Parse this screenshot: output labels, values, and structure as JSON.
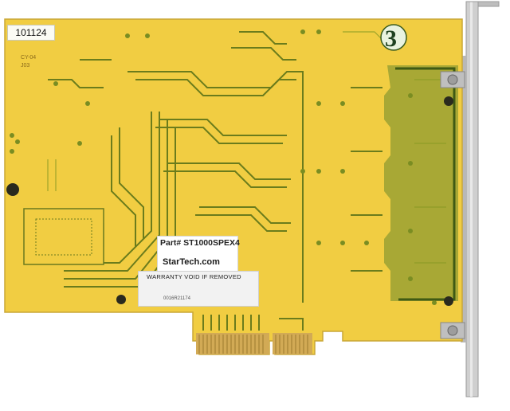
{
  "image": {
    "board_id_label": "101124",
    "port_marker": "3",
    "silkscreen_line1": "CY-04",
    "silkscreen_line2": "J03",
    "sticker": {
      "part_number": "Part# ST1000SPEX4",
      "brand": "StarTech.com"
    },
    "warranty_label": {
      "text": "WARRANTY VOID IF REMOVED",
      "serial": "0016R21174"
    }
  },
  "colors": {
    "pcb": "#f0cc3e",
    "trace": "#4d6b14",
    "trace_light": "#7f8f1e",
    "gold_contact": "#c9a24a",
    "bracket": "#c6c6c6",
    "magnetics_area": "#5a7a2a"
  }
}
